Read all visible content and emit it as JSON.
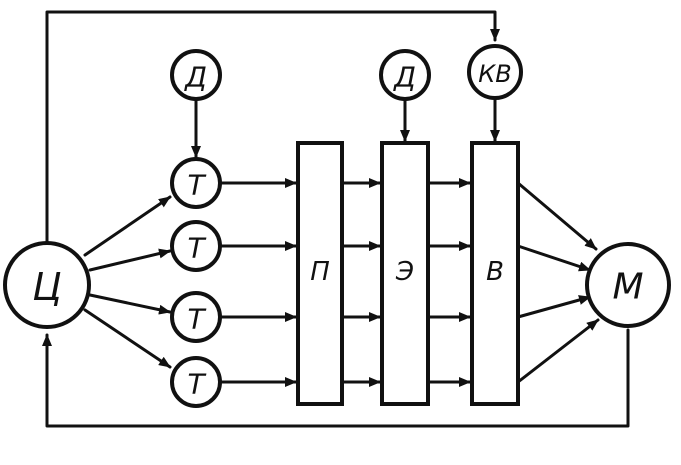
{
  "colors": {
    "ink": "#111111",
    "paper": "#ffffff"
  },
  "nodes": {
    "c": "Ц",
    "m": "М",
    "d1": "Д",
    "d2": "Д",
    "kv": "КВ",
    "t1": "Т",
    "t2": "Т",
    "t3": "Т",
    "t4": "Т",
    "p": "П",
    "e": "Э",
    "v": "В"
  }
}
